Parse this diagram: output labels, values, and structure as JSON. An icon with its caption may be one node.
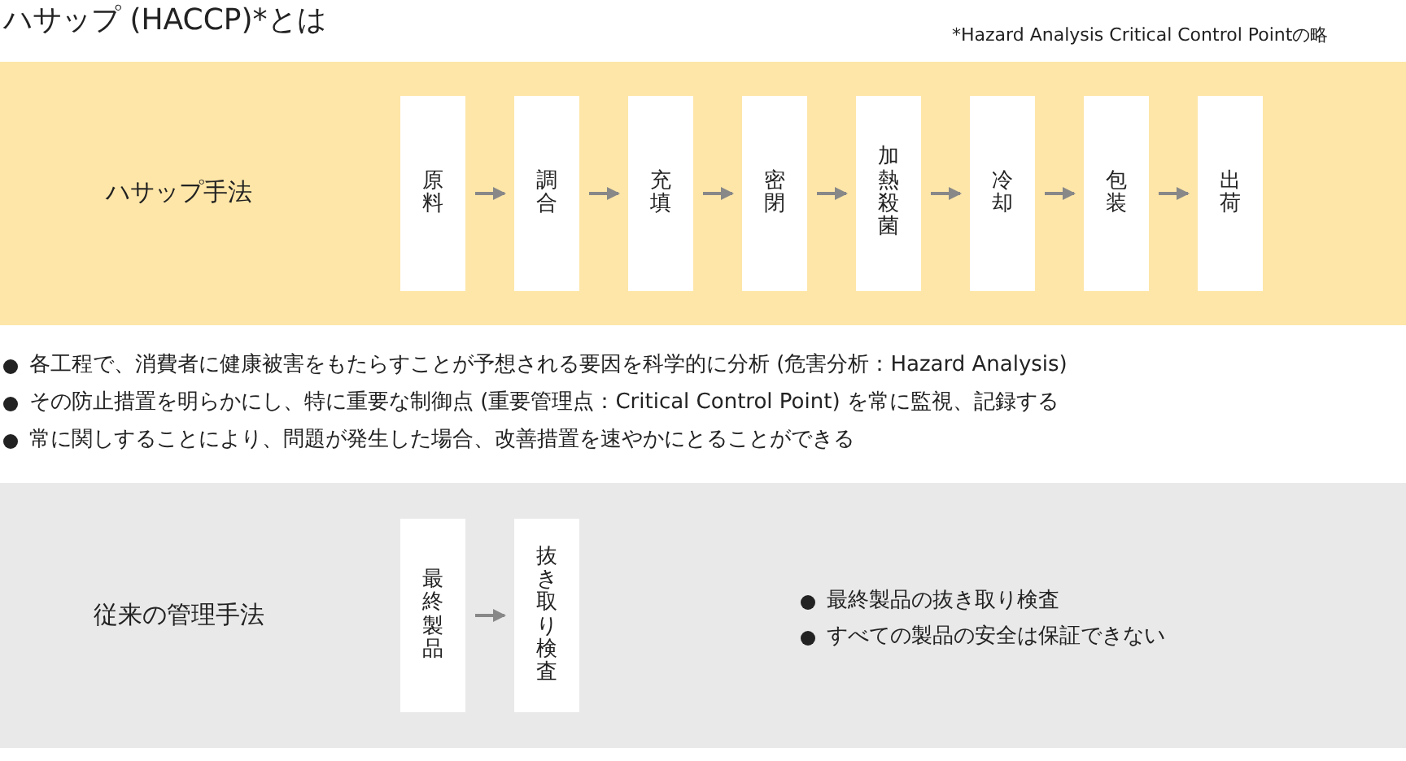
{
  "diagram": {
    "title": "ハサップ (HACCP)*とは",
    "nodes": [
      {
        "text": [
          "ハサップ手法"
        ]
      },
      {
        "text": [
          "原料"
        ],
        "in": 0
      },
      {
        "text": [
          "調合"
        ],
        "in": 0
      },
      {
        "text": [
          "充填"
        ],
        "in": 0
      },
      {
        "text": [
          "密閉"
        ],
        "in": 0
      },
      {
        "text": [
          "加熱殺菌"
        ],
        "in": 0
      },
      {
        "text": [
          "冷却"
        ],
        "in": 0
      },
      {
        "text": [
          "包装"
        ],
        "in": 0
      },
      {
        "text": [
          "出荷"
        ],
        "in": 0
      },
      {
        "text": [
          "従来の管理手法"
        ]
      },
      {
        "text": [
          "最終製品"
        ],
        "in": 9
      },
      {
        "text": [
          "抜き取り検査"
        ],
        "in": 9
      }
    ],
    "edges": [
      {
        "from": 1,
        "to": 2,
        "arrow": "to"
      },
      {
        "from": 2,
        "to": 3,
        "arrow": "to"
      },
      {
        "from": 3,
        "to": 4,
        "arrow": "to"
      },
      {
        "from": 4,
        "to": 5,
        "arrow": "to"
      },
      {
        "from": 5,
        "to": 6,
        "arrow": "to"
      },
      {
        "from": 6,
        "to": 7,
        "arrow": "to"
      },
      {
        "from": 7,
        "to": 8,
        "arrow": "to"
      },
      {
        "from": 10,
        "to": 11,
        "arrow": "to"
      }
    ],
    "labels": [
      "*Hazard Analysis Critical Control Pointの略",
      "各工程で、消費者に健康被害をもたらすことが予想される要因を科学的に分析 (危害分析：Hazard Analysis)",
      "その防止措置を明らかにし、特に重要な制御点 (重要管理点：Critical Control Point) を常に監視、記録する",
      "常に関しすることにより、問題が発生した場合、改善措置を速やかにとることができる",
      "最終製品の抜き取り検査",
      "すべての製品の安全は保証できない"
    ]
  }
}
